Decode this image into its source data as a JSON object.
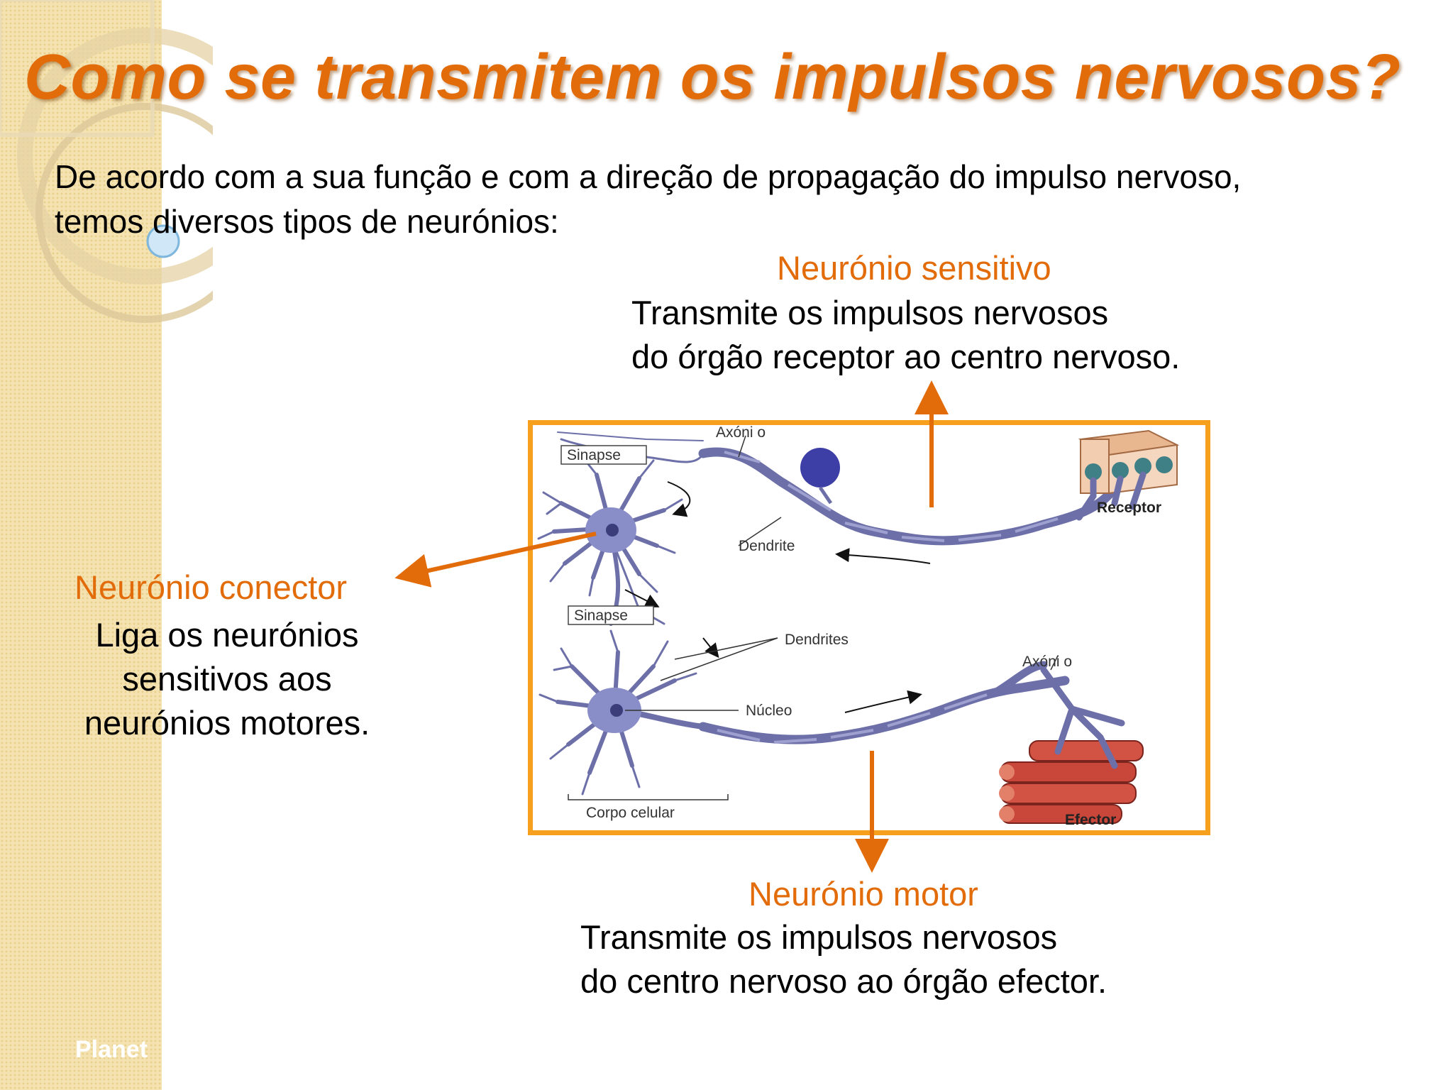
{
  "title": "Como se transmitem os impulsos nervosos?",
  "intro": {
    "line1": "De acordo com a sua função e com a direção de propagação do impulso nervoso,",
    "line2": "temos diversos tipos de neurónios:"
  },
  "sensory": {
    "title": "Neurónio sensitivo",
    "line1": "Transmite os impulsos nervosos",
    "line2": "do órgão receptor ao centro nervoso."
  },
  "connector": {
    "title": "Neurónio conector",
    "line1": "Liga os neurónios",
    "line2": "sensitivos aos",
    "line3": "neurónios motores."
  },
  "motor": {
    "title": "Neurónio motor",
    "line1": "Transmite os impulsos nervosos",
    "line2": "do centro nervoso ao órgão efector."
  },
  "figure_labels": {
    "axon_top": "Axóni o",
    "synapse_top": "Sinapse",
    "dendrite": "Dendrite",
    "receptor": "Receptor",
    "synapse_bottom": "Sinapse",
    "dendrites": "Dendrites",
    "nucleus": "Núcleo",
    "axon_bottom": "Axóni o",
    "cell_body": "Corpo celular",
    "effector": "Efector"
  },
  "footer": "Planet",
  "colors": {
    "accent": "#e36c0a",
    "frame": "#f7a01d",
    "neuron": "#7b7fb8",
    "muscle": "#c8463a",
    "side_band": "#f4e2b0"
  }
}
